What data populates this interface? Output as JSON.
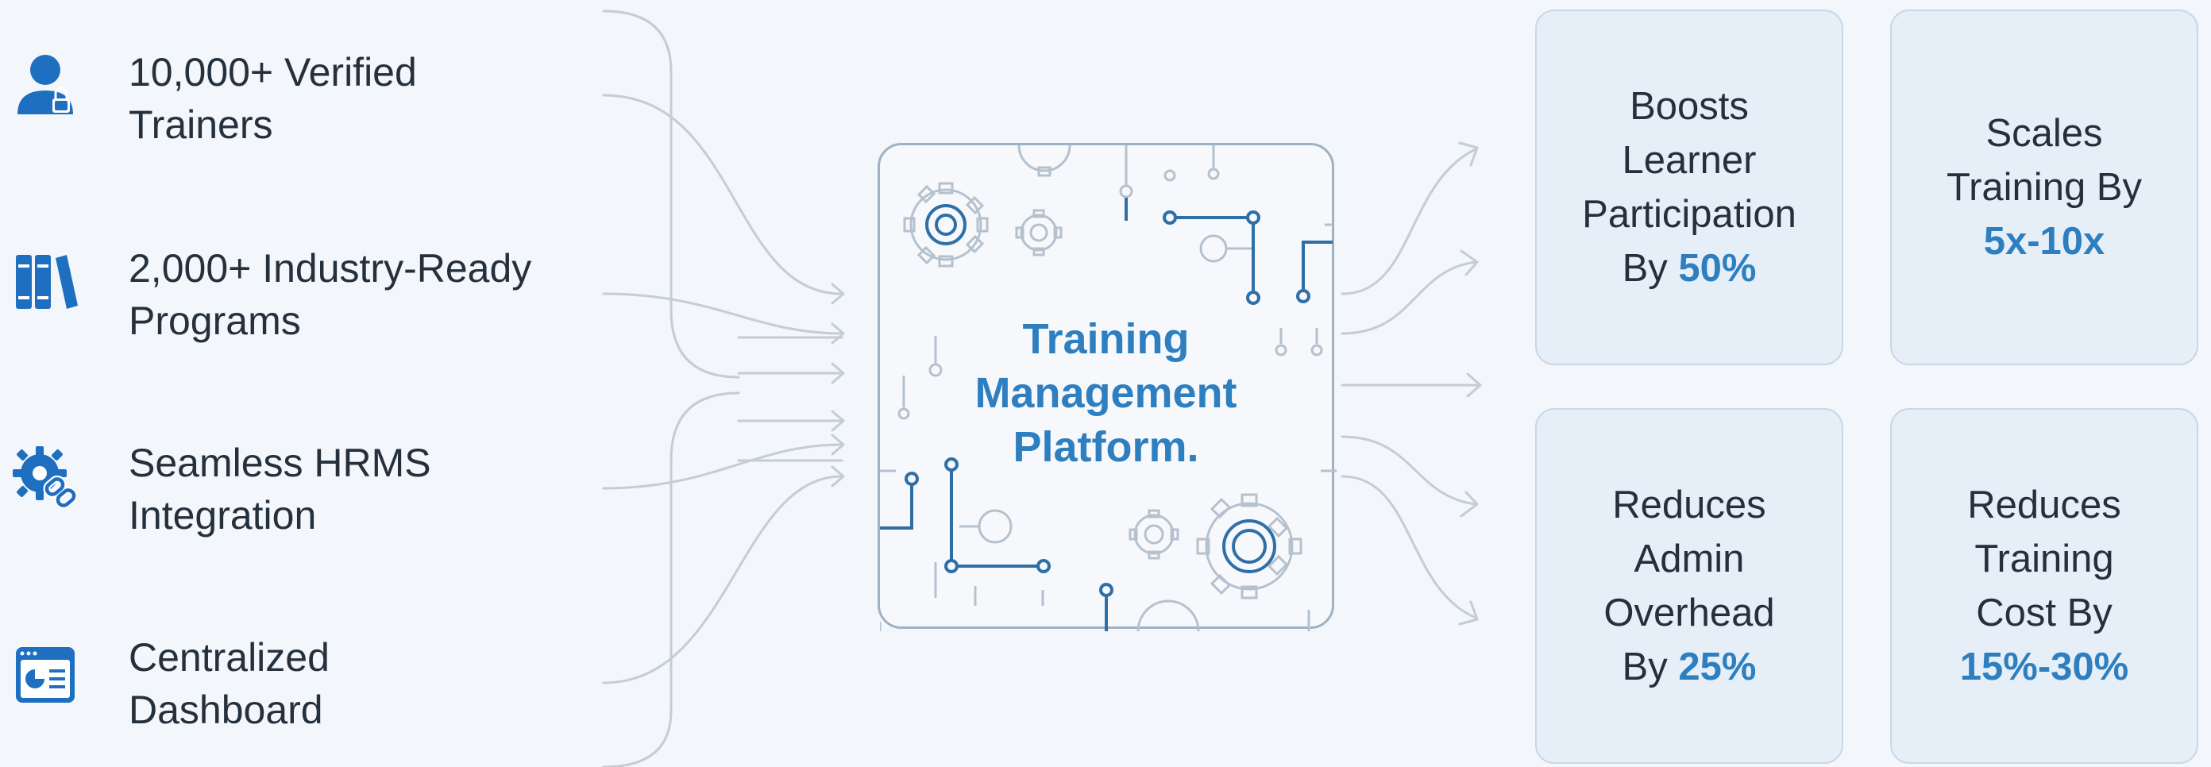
{
  "features": [
    {
      "icon": "user-verified-icon",
      "lines": [
        "10,000+ Verified",
        "Trainers"
      ]
    },
    {
      "icon": "books-icon",
      "lines": [
        "2,000+ Industry-Ready",
        "Programs"
      ]
    },
    {
      "icon": "gear-link-icon",
      "lines": [
        "Seamless HRMS",
        "Integration"
      ]
    },
    {
      "icon": "dashboard-icon",
      "lines": [
        "Centralized",
        "Dashboard"
      ]
    }
  ],
  "platform": {
    "lines": [
      "Training",
      "Management",
      "Platform."
    ]
  },
  "outcomes": [
    {
      "lines": [
        "Boosts",
        "Learner",
        "Participation"
      ],
      "last_prefix": "By ",
      "highlight": "50%"
    },
    {
      "lines": [
        "Scales",
        "Training By"
      ],
      "last_prefix": "",
      "highlight": "5x-10x"
    },
    {
      "lines": [
        "Reduces",
        "Admin",
        "Overhead"
      ],
      "last_prefix": "By ",
      "highlight": "25%"
    },
    {
      "lines": [
        "Reduces",
        "Training",
        "Cost By"
      ],
      "last_prefix": "",
      "highlight": "15%-30%"
    }
  ],
  "colors": {
    "accent": "#2e7fc0",
    "icon_blue": "#1f6fc0",
    "text": "#25303d",
    "card_bg": "#e6eef8",
    "connector": "#c4ccd6"
  }
}
